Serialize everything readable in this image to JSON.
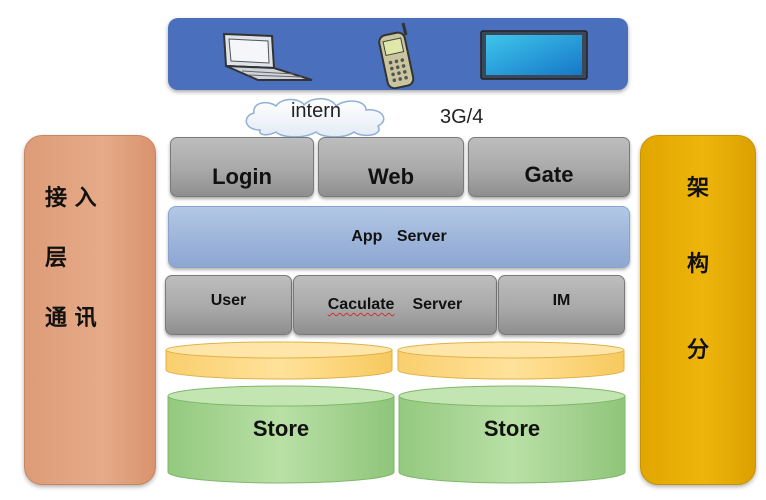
{
  "network": {
    "cloud_label": "intern",
    "mobile_label": "3G/4"
  },
  "devices": {
    "items": [
      {
        "icon": "laptop-icon"
      },
      {
        "icon": "mobile-phone-icon"
      },
      {
        "icon": "tablet-icon"
      }
    ]
  },
  "left_pillar": {
    "lines": [
      "接 入",
      "层",
      "通 讯"
    ]
  },
  "right_pillar": {
    "lines": [
      "架",
      "构",
      "分"
    ]
  },
  "access_layer": {
    "blocks": [
      "Login",
      "Web",
      "Gate"
    ]
  },
  "app_layer": {
    "label": "App Server"
  },
  "service_layer": {
    "user": "User",
    "caculate_word": "Caculate",
    "server_word": "Server",
    "im": "IM"
  },
  "storage_layer": {
    "stores": [
      "Store",
      "Store"
    ]
  },
  "colors": {
    "device_banner": "#4a6fbd",
    "left_pillar": "#e3a581",
    "right_pillar": "#e8ae06",
    "app_server": "#9fb6da",
    "gray_block": "#a9a9a9",
    "cache_cylinder": "#fcd77f",
    "store_cylinder": "#a5d392"
  }
}
